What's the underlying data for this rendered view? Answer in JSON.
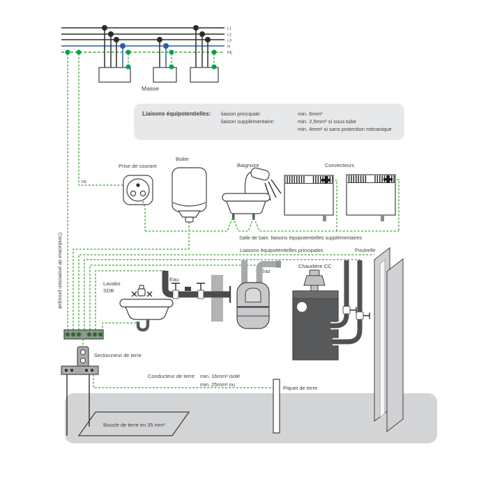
{
  "colors": {
    "pe_green": "#3fa535",
    "neutral_blue": "#2a5da8",
    "phase_black": "#2b2b2c",
    "equipment_dark_gray": "#58595b",
    "ground_gray": "#d2d4d5",
    "info_box_gray": "#e7e8e9"
  },
  "power_bus": {
    "labels": [
      "L1",
      "L2",
      "L3",
      "N",
      "PE"
    ],
    "masse_label": "Masse"
  },
  "info_box": {
    "title": "Liaisons équipotentielles:",
    "rows": [
      {
        "name": "liaison principale:",
        "value": "min. 6mm²"
      },
      {
        "name": "liaison supplémentaire:",
        "value": "min. 2,5mm² si sous tube"
      },
      {
        "name": "",
        "value": "min. 4mm² si sans protection mécanique"
      }
    ]
  },
  "appliances": {
    "socket_label": "Prise de courant",
    "socket_pe": "PE",
    "boiler_label": "Boiler",
    "bath_label": "Baignoire",
    "convectors_label": "Convecteurs",
    "bathroom_caption": "Salle de bain: liaisons équipotentielles supplémentaires"
  },
  "main_bonding": {
    "caption": "Liaisons équipotentielles principales",
    "beam_label": "Poutrelle",
    "sink_label_1": "Lavabo",
    "sink_label_2": "SDB",
    "water_label": "Eau",
    "gas_label": "Gaz",
    "boiler_cc_label": "Chaudière CC"
  },
  "earthing": {
    "protective_conductor_label": "Conducteur de protection principal",
    "disconnector_label": "Sectionneur de terre",
    "earth_conductor_label": "Conducteur de terre:",
    "earth_conductor_value_1": "min. 16mm² isolé",
    "earth_conductor_value_2": "min. 25mm² nu",
    "rod_label": "Piquet de terre",
    "loop_label": "Boucle de terre en 35 mm²"
  }
}
